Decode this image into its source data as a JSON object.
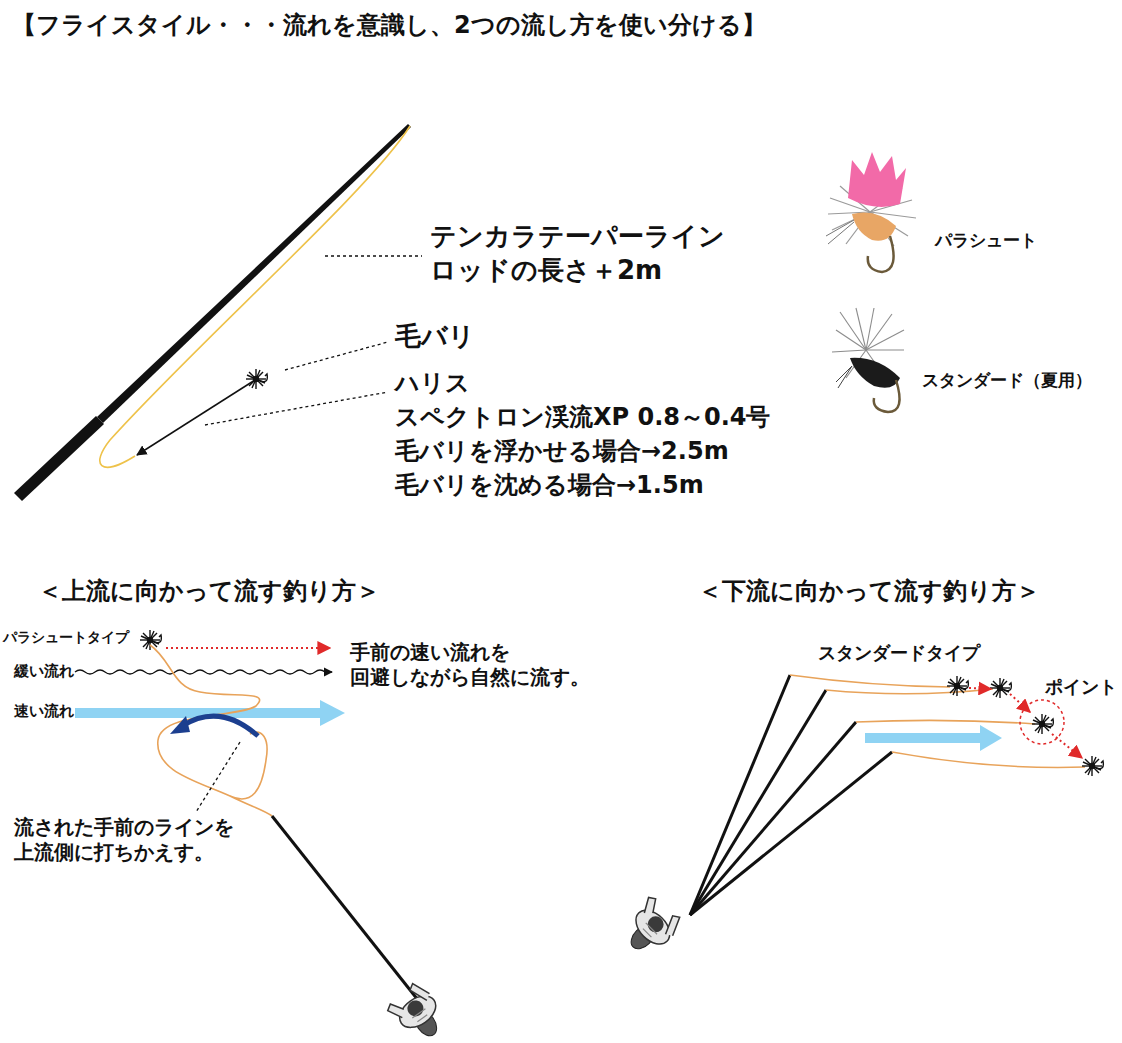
{
  "diagram": {
    "title": "【フライスタイル・・・流れを意識し、2つの流し方を使い分ける】",
    "labels": [
      "テンカラテーパーライン",
      "ロッドの長さ＋2m",
      "毛バリ",
      "ハリス",
      "スペクトロン渓流XP 0.8～0.4号",
      "毛バリを浮かせる場合→2.5m",
      "毛バリを沈める場合→1.5m",
      "パラシュート",
      "スタンダード（夏用）",
      "＜上流に向かって流す釣り方＞",
      "パラシュートタイプ",
      "緩い流れ",
      "速い流れ",
      "手前の速い流れを 回避しながら自然に流す。",
      "流された手前のラインを 上流側に打ちかえす。",
      "＜下流に向かって流す釣り方＞",
      "スタンダードタイプ",
      "ポイント"
    ]
  }
}
